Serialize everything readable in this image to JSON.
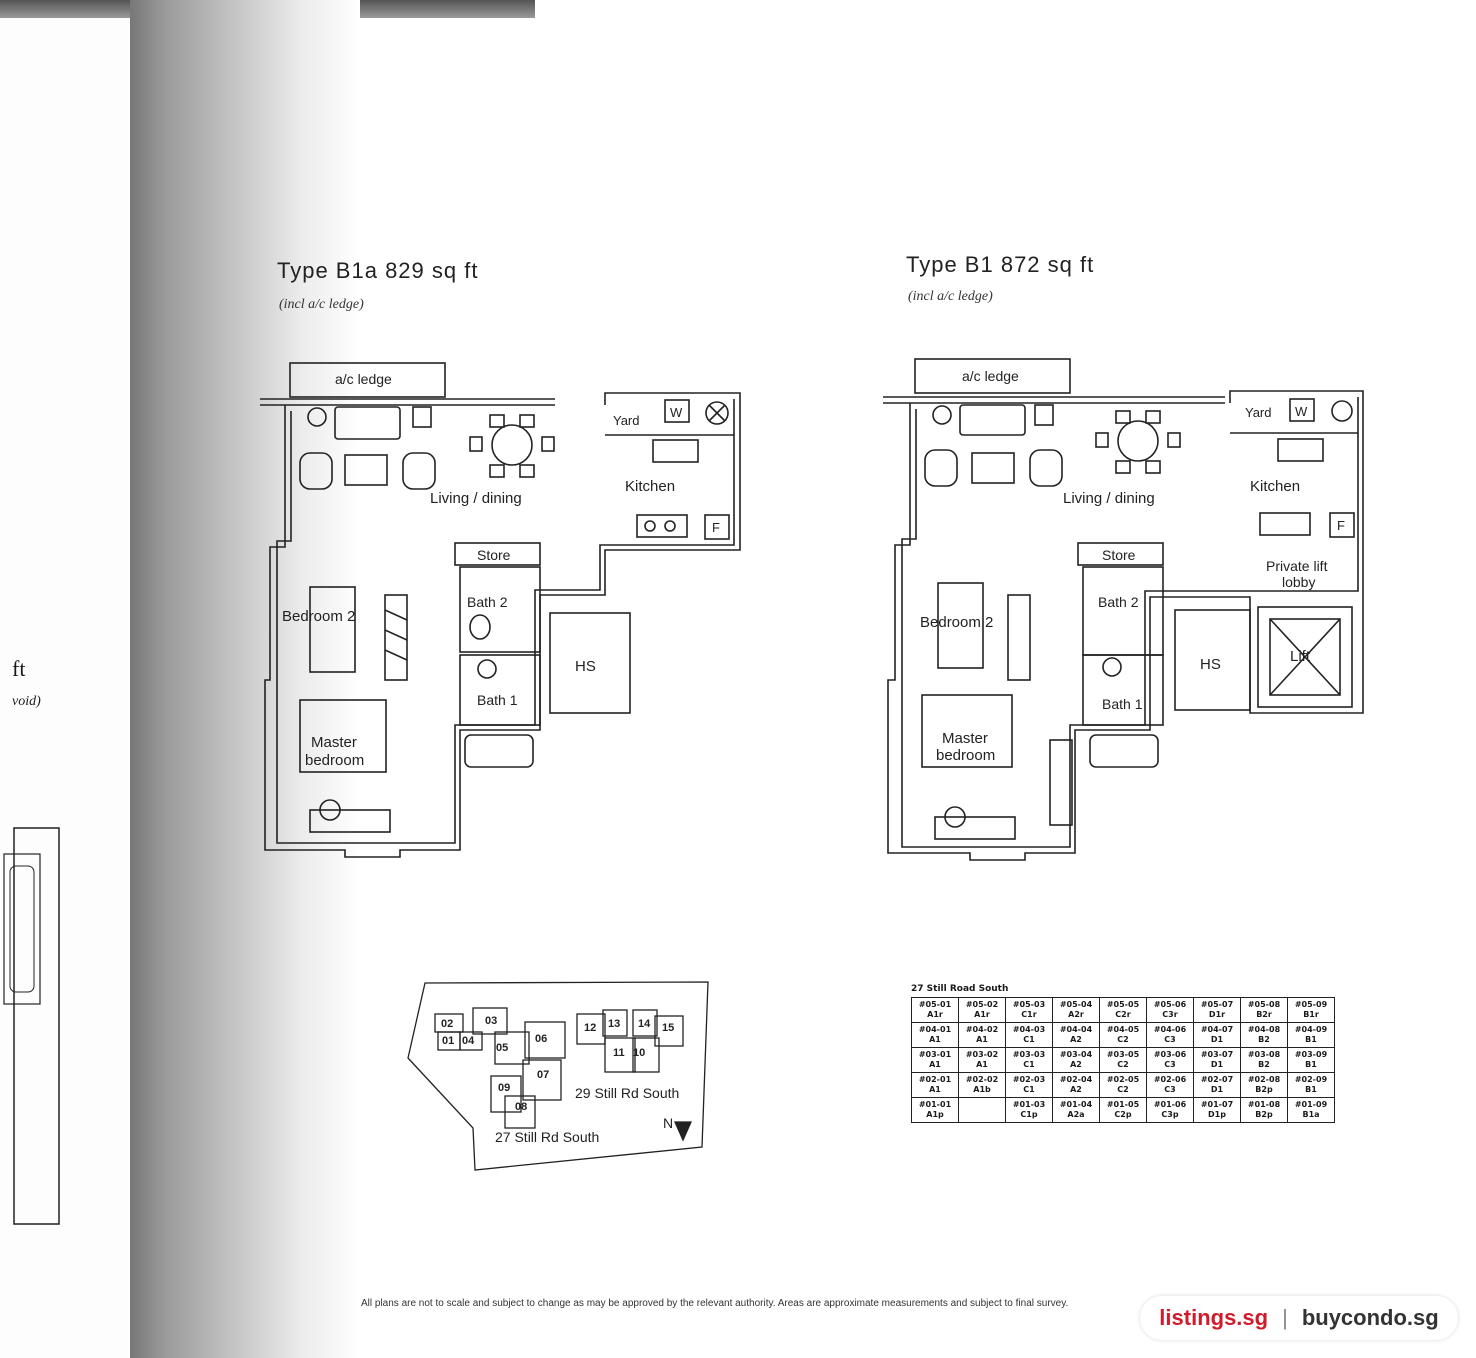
{
  "plan_b1a": {
    "title": "Type B1a 829 sq ft",
    "subtitle": "(incl a/c ledge)",
    "rooms": {
      "ac_ledge": "a/c ledge",
      "living": "Living / dining",
      "yard": "Yard",
      "w": "W",
      "kitchen": "Kitchen",
      "f": "F",
      "store": "Store",
      "bath2": "Bath 2",
      "bedroom2": "Bedroom 2",
      "hs": "HS",
      "bath1": "Bath 1",
      "master": "Master",
      "bedroom": "bedroom"
    }
  },
  "plan_b1": {
    "title": "Type B1 872 sq ft",
    "subtitle": "(incl a/c ledge)",
    "rooms": {
      "ac_ledge": "a/c ledge",
      "living": "Living / dining",
      "yard": "Yard",
      "w": "W",
      "kitchen": "Kitchen",
      "f": "F",
      "store": "Store",
      "private_lift": "Private lift",
      "lobby": "lobby",
      "bath2": "Bath 2",
      "bedroom2": "Bedroom 2",
      "hs": "HS",
      "lift": "Lift",
      "bath1": "Bath 1",
      "master": "Master",
      "bedroom": "bedroom"
    }
  },
  "site_plan": {
    "blocks": [
      "02",
      "03",
      "01",
      "04",
      "05",
      "06",
      "07",
      "09",
      "08",
      "12",
      "13",
      "14",
      "15",
      "11",
      "10"
    ],
    "label_27": "27 Still Rd South",
    "label_29": "29 Still Rd South",
    "north": "N"
  },
  "unit_key": {
    "title": "27 Still Road South",
    "rows": [
      [
        [
          "#05-01",
          "A1r"
        ],
        [
          "#05-02",
          "A1r"
        ],
        [
          "#05-03",
          "C1r"
        ],
        [
          "#05-04",
          "A2r"
        ],
        [
          "#05-05",
          "C2r"
        ],
        [
          "#05-06",
          "C3r"
        ],
        [
          "#05-07",
          "D1r"
        ],
        [
          "#05-08",
          "B2r"
        ],
        [
          "#05-09",
          "B1r"
        ]
      ],
      [
        [
          "#04-01",
          "A1"
        ],
        [
          "#04-02",
          "A1"
        ],
        [
          "#04-03",
          "C1"
        ],
        [
          "#04-04",
          "A2"
        ],
        [
          "#04-05",
          "C2"
        ],
        [
          "#04-06",
          "C3"
        ],
        [
          "#04-07",
          "D1"
        ],
        [
          "#04-08",
          "B2"
        ],
        [
          "#04-09",
          "B1"
        ]
      ],
      [
        [
          "#03-01",
          "A1"
        ],
        [
          "#03-02",
          "A1"
        ],
        [
          "#03-03",
          "C1"
        ],
        [
          "#03-04",
          "A2"
        ],
        [
          "#03-05",
          "C2"
        ],
        [
          "#03-06",
          "C3"
        ],
        [
          "#03-07",
          "D1"
        ],
        [
          "#03-08",
          "B2"
        ],
        [
          "#03-09",
          "B1"
        ]
      ],
      [
        [
          "#02-01",
          "A1"
        ],
        [
          "#02-02",
          "A1b"
        ],
        [
          "#02-03",
          "C1"
        ],
        [
          "#02-04",
          "A2"
        ],
        [
          "#02-05",
          "C2"
        ],
        [
          "#02-06",
          "C3"
        ],
        [
          "#02-07",
          "D1"
        ],
        [
          "#02-08",
          "B2p"
        ],
        [
          "#02-09",
          "B1"
        ]
      ],
      [
        [
          "#01-01",
          "A1p"
        ],
        [
          "",
          ""
        ],
        [
          "#01-03",
          "C1p"
        ],
        [
          "#01-04",
          "A2a"
        ],
        [
          "#01-05",
          "C2p"
        ],
        [
          "#01-06",
          "C3p"
        ],
        [
          "#01-07",
          "D1p"
        ],
        [
          "#01-08",
          "B2p"
        ],
        [
          "#01-09",
          "B1a"
        ]
      ]
    ]
  },
  "left_page": {
    "frag1": "ft",
    "frag2": "void)"
  },
  "footer": {
    "disclaimer": "All plans are not to scale and subject to change as may be approved by the relevant authority. Areas are approximate measurements and subject to final survey."
  },
  "watermark": {
    "brand1": "listings.sg",
    "sep": "|",
    "brand2": "buycondo.sg"
  }
}
